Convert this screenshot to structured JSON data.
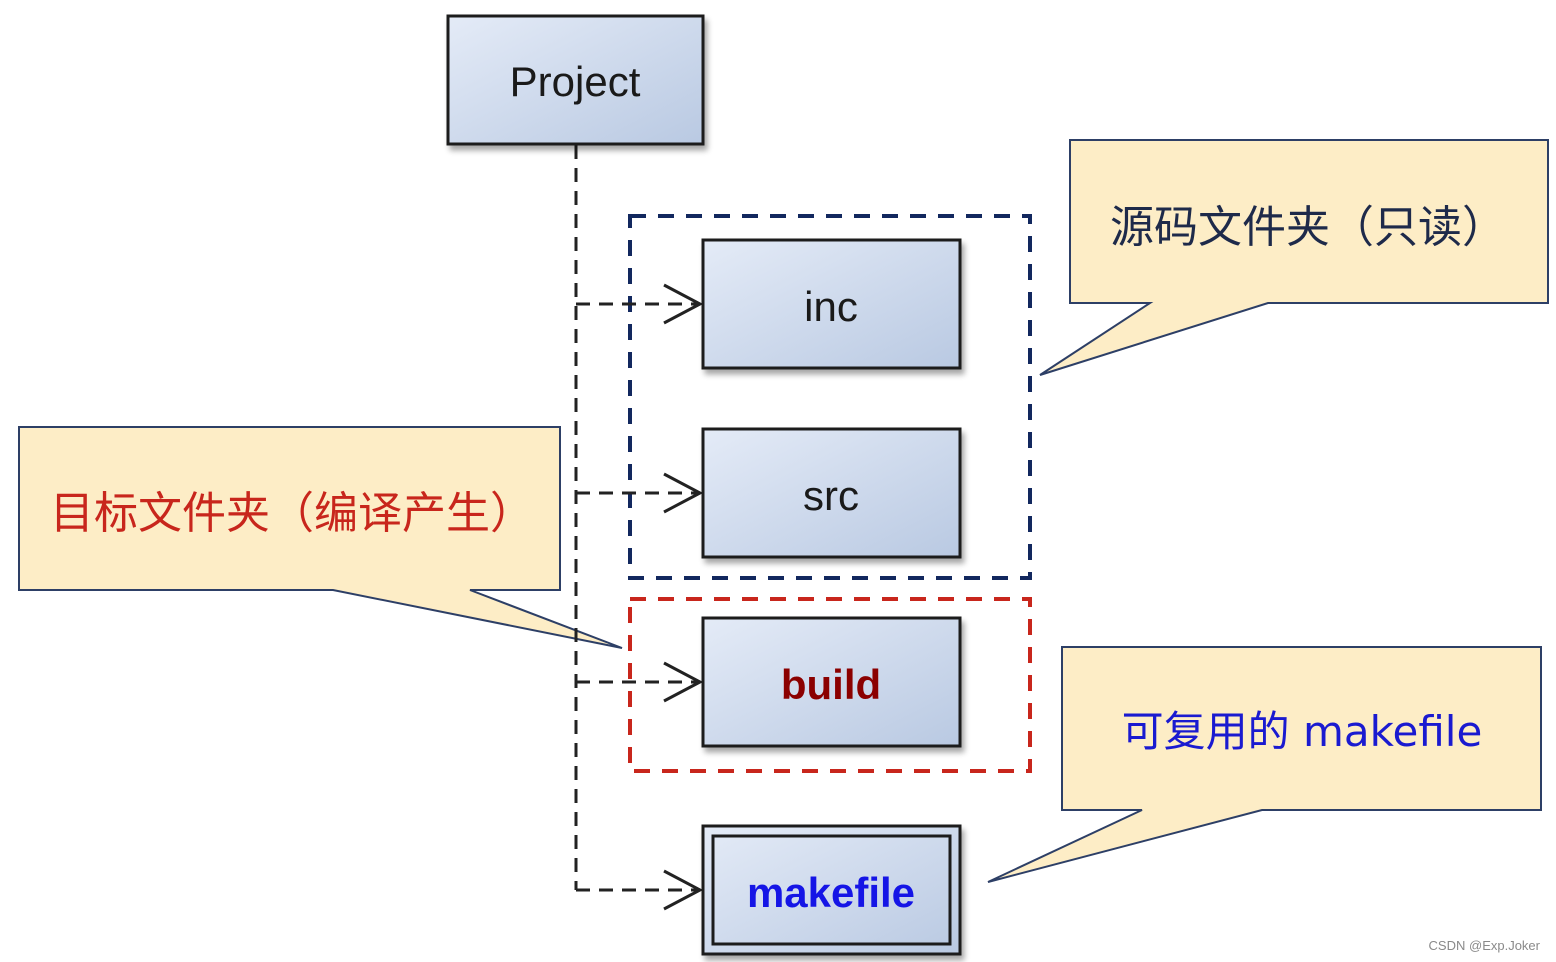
{
  "nodes": {
    "project": {
      "label": "Project",
      "color": "#1a1a1a"
    },
    "inc": {
      "label": "inc",
      "color": "#1a1a1a"
    },
    "src": {
      "label": "src",
      "color": "#1a1a1a"
    },
    "build": {
      "label": "build",
      "color": "#8b0000"
    },
    "makefile": {
      "label": "makefile",
      "color": "#1515e6"
    }
  },
  "groups": {
    "source": {
      "color": "#12285e"
    },
    "target": {
      "color": "#c8261c"
    }
  },
  "callouts": {
    "source": {
      "text": "源码文件夹（只读）",
      "color": "#1e2a4a"
    },
    "target": {
      "text": "目标文件夹（编译产生）",
      "color": "#c8261c"
    },
    "makefile": {
      "text": "可复用的 makefile",
      "color": "#1a1ad0"
    }
  },
  "colors": {
    "node_fill_start": "#e3eaf6",
    "node_fill_end": "#bccbe3",
    "callout_fill": "#fdedc6",
    "callout_border": "#2d3f66",
    "connector": "#222222"
  },
  "watermark": "CSDN @Exp.Joker"
}
